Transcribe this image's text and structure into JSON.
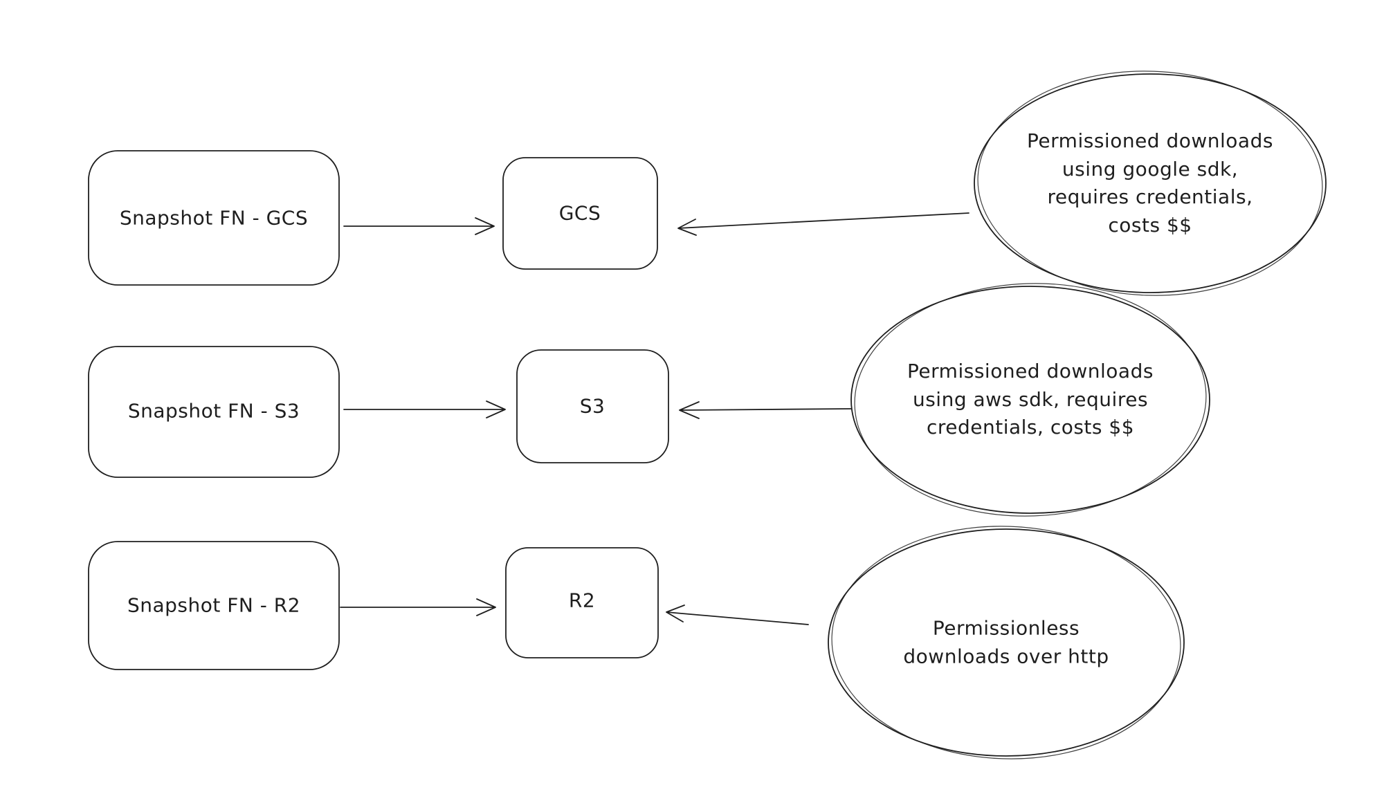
{
  "diagram": {
    "colors": {
      "stroke": "#1e1e1e",
      "background": "#ffffff"
    },
    "rows": [
      {
        "source": "Snapshot FN - GCS",
        "target": "GCS",
        "note": "Permissioned downloads\nusing google sdk,\nrequires credentials,\ncosts $$"
      },
      {
        "source": "Snapshot FN - S3",
        "target": "S3",
        "note": "Permissioned downloads\nusing aws sdk, requires\ncredentials, costs $$"
      },
      {
        "source": "Snapshot FN - R2",
        "target": "R2",
        "note": "Permissionless\ndownloads over http"
      }
    ]
  }
}
